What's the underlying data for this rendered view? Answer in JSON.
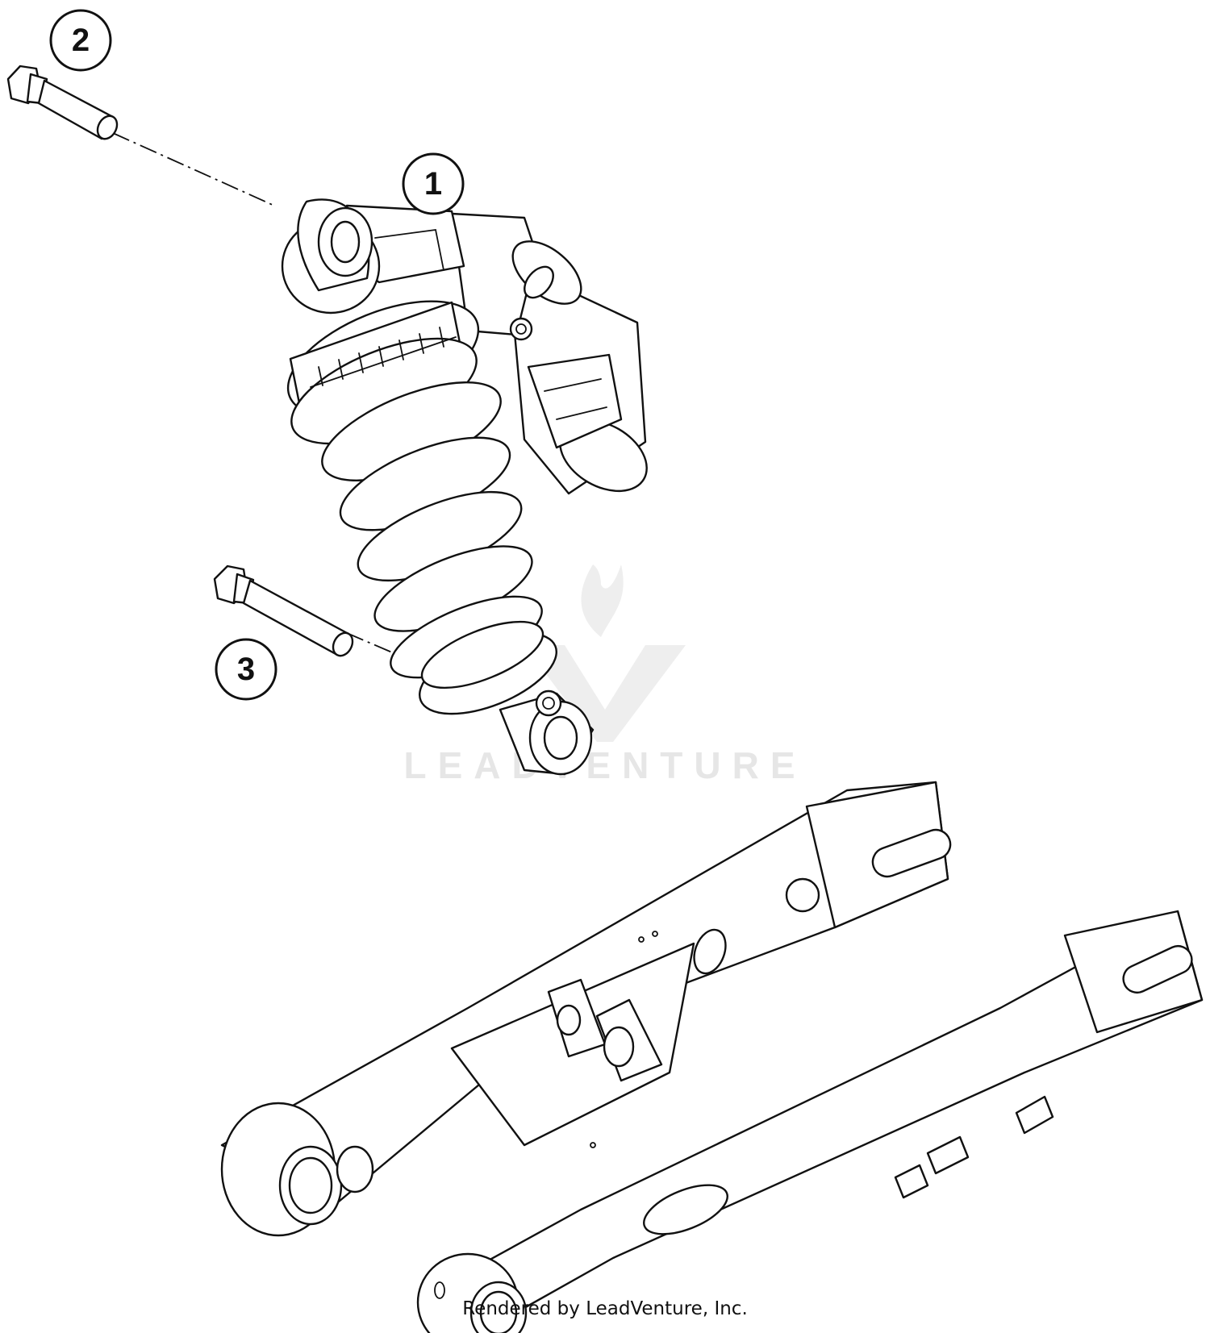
{
  "callouts": [
    {
      "id": "1",
      "label": "1"
    },
    {
      "id": "2",
      "label": "2"
    },
    {
      "id": "3",
      "label": "3"
    }
  ],
  "watermark": {
    "text": "LEADVENTURE"
  },
  "credit": "Rendered by LeadVenture, Inc.",
  "colors": {
    "line": "#111111",
    "background": "#ffffff",
    "watermark": "#e6e6e6"
  }
}
